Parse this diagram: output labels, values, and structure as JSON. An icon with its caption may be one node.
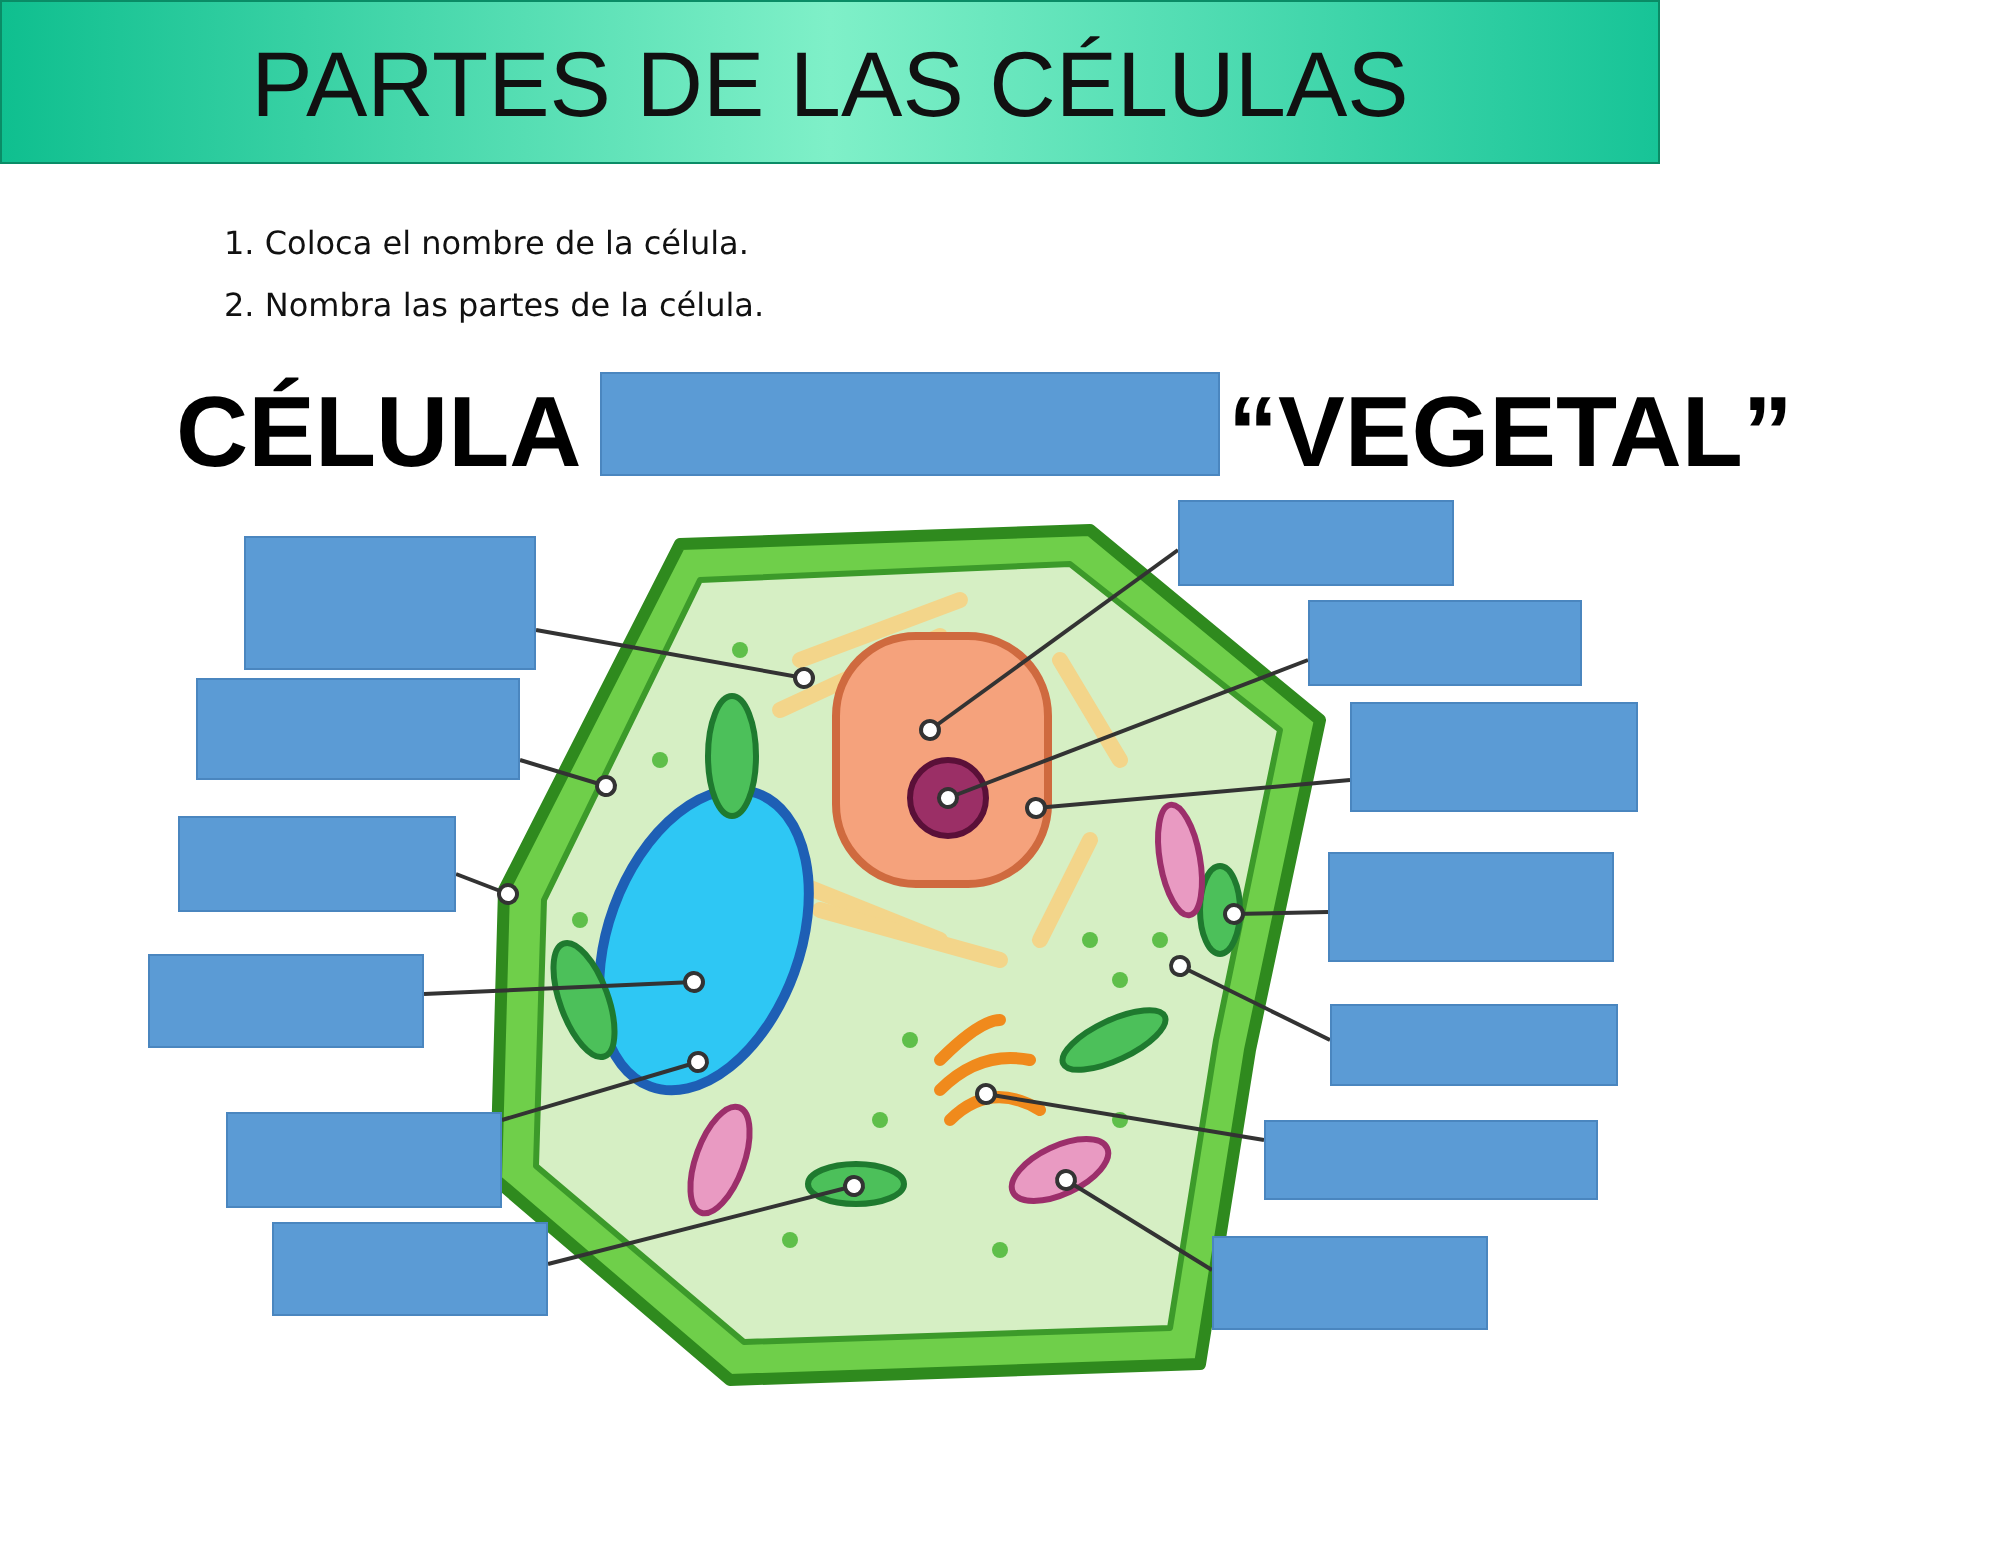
{
  "diagram": {
    "title": "PARTES DE LAS CÉLULAS",
    "nodes": [
      {
        "text": [],
        "shape": "box"
      },
      {
        "text": [],
        "shape": "box"
      },
      {
        "text": [],
        "shape": "box"
      },
      {
        "text": [],
        "shape": "box"
      },
      {
        "text": [],
        "shape": "box"
      },
      {
        "text": [],
        "shape": "box"
      },
      {
        "text": [],
        "shape": "box"
      },
      {
        "text": [],
        "shape": "box"
      },
      {
        "text": [],
        "shape": "box"
      },
      {
        "text": [],
        "shape": "box"
      },
      {
        "text": [],
        "shape": "box"
      },
      {
        "text": [],
        "shape": "box"
      },
      {
        "text": [],
        "shape": "box"
      },
      {
        "text": [],
        "shape": "box"
      },
      {
        "text": [],
        "shape": "picture"
      }
    ],
    "edges": [
      {
        "from": 1,
        "to": 14,
        "arrow": "other"
      },
      {
        "from": 2,
        "to": 14,
        "arrow": "other"
      },
      {
        "from": 3,
        "to": 14,
        "arrow": "other"
      },
      {
        "from": 4,
        "to": 14,
        "arrow": "other"
      },
      {
        "from": 5,
        "to": 14,
        "arrow": "other"
      },
      {
        "from": 6,
        "to": 14,
        "arrow": "other"
      },
      {
        "from": 7,
        "to": 14,
        "arrow": "other"
      },
      {
        "from": 8,
        "to": 14,
        "arrow": "other"
      },
      {
        "from": 9,
        "to": 14,
        "arrow": "other"
      },
      {
        "from": 10,
        "to": 14,
        "arrow": "other"
      },
      {
        "from": 11,
        "to": 14,
        "arrow": "other"
      },
      {
        "from": 12,
        "to": 14,
        "arrow": "other"
      },
      {
        "from": 13,
        "to": 14,
        "arrow": "other"
      }
    ],
    "labels": [
      "1. Coloca el nombre de la célula.",
      "2. Nombra las partes de la célula.",
      "CÉLULA",
      "“VEGETAL”"
    ]
  }
}
